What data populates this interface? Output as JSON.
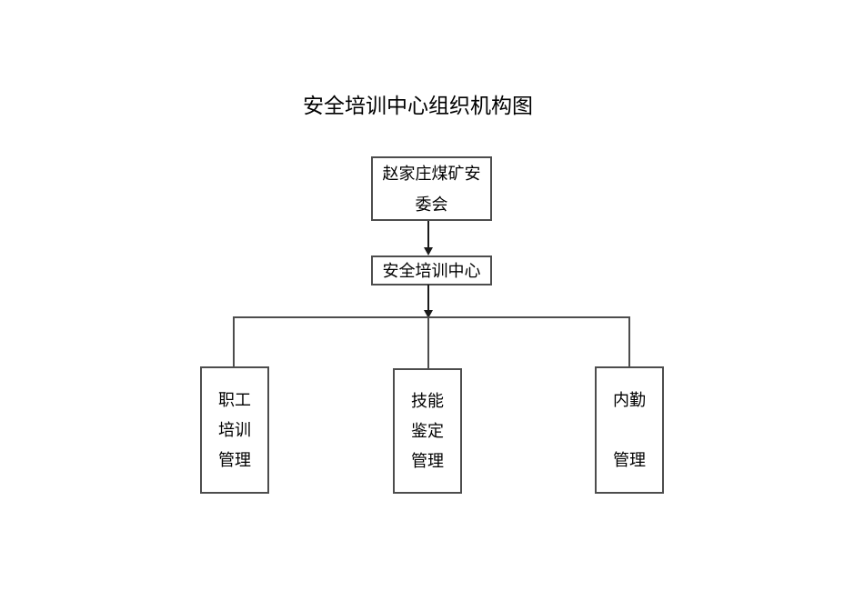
{
  "title": "安全培训中心组织机构图",
  "diagram": {
    "root": {
      "lines": [
        "赵家庄煤矿安",
        "委会"
      ]
    },
    "center": {
      "label": "安全培训中心"
    },
    "children": [
      {
        "lines": [
          "职工",
          "培训",
          "管理"
        ]
      },
      {
        "lines": [
          "技能",
          "鉴定",
          "管理"
        ]
      },
      {
        "lines": [
          "内勤",
          "",
          "管理"
        ]
      }
    ]
  },
  "colors": {
    "box_border": "#4d4d4d",
    "connector": "#4d4d4d",
    "arrow": "#1a1a1a",
    "text": "#000000",
    "background": "#ffffff"
  }
}
